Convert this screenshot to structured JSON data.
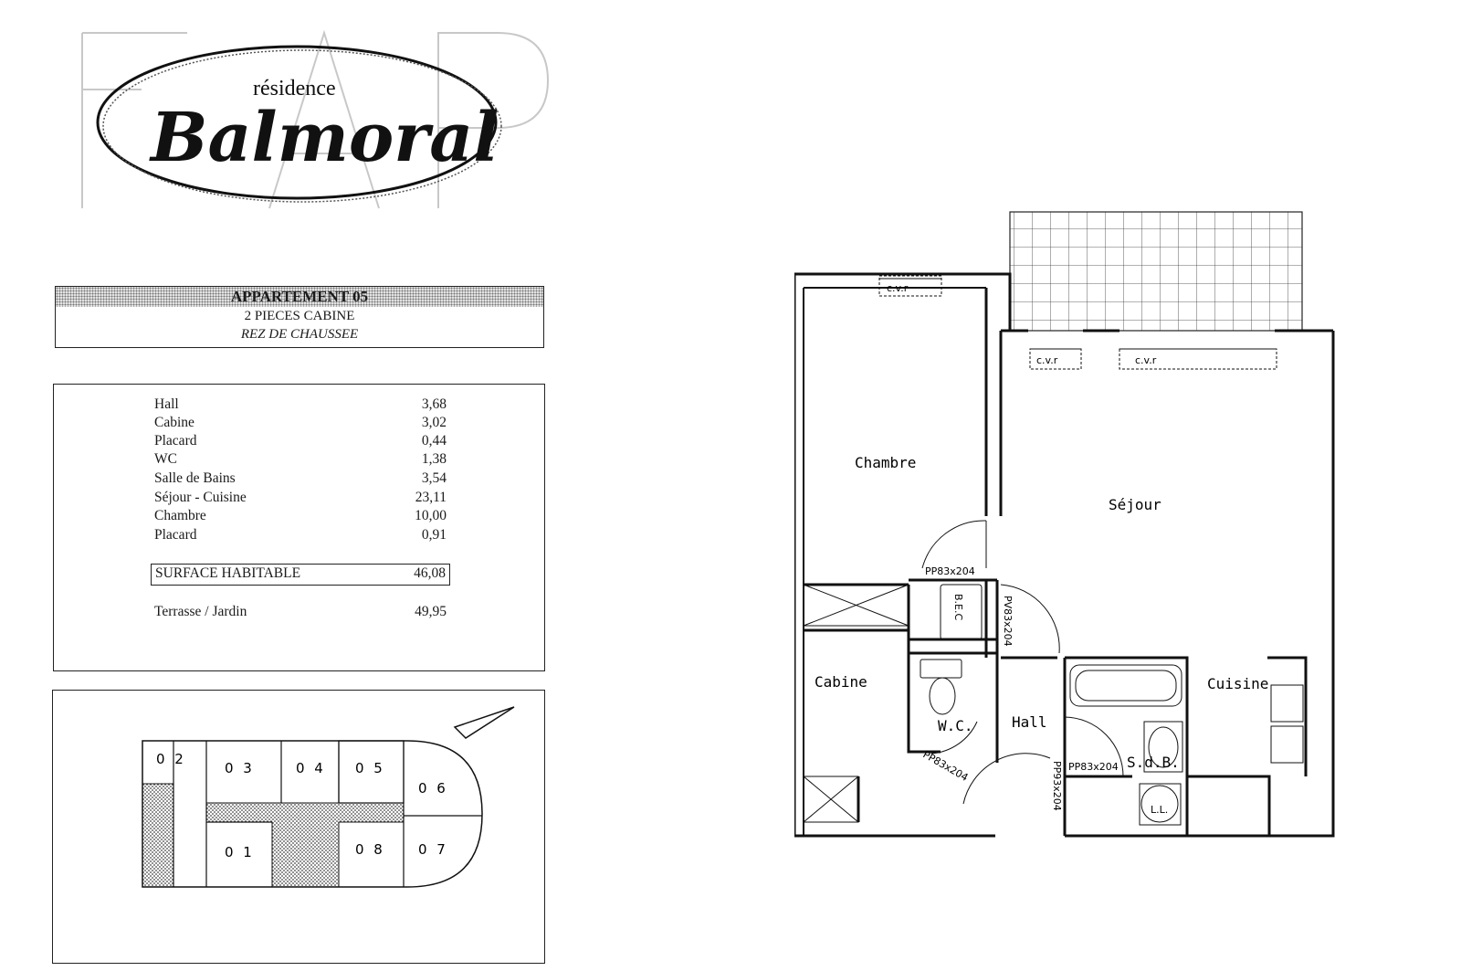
{
  "logo": {
    "pre_title": "résidence",
    "name": "Balmoral"
  },
  "header": {
    "title": "APPARTEMENT 05",
    "subtitle": "2 PIECES CABINE",
    "level": "REZ DE CHAUSSEE"
  },
  "areas": {
    "rows": [
      {
        "name": "Hall",
        "value": "3,68"
      },
      {
        "name": "Cabine",
        "value": "3,02"
      },
      {
        "name": "Placard",
        "value": "0,44"
      },
      {
        "name": "WC",
        "value": "1,38"
      },
      {
        "name": "Salle de Bains",
        "value": "3,54"
      },
      {
        "name": "Séjour - Cuisine",
        "value": "23,11"
      },
      {
        "name": "Chambre",
        "value": "10,00"
      },
      {
        "name": "Placard",
        "value": "0,91"
      }
    ],
    "surface": {
      "name": "SURFACE HABITABLE",
      "value": "46,08"
    },
    "terrace": {
      "name": "Terrasse / Jardin",
      "value": "49,95"
    }
  },
  "building": {
    "units": [
      "0 2",
      "0 3",
      "0 4",
      "0 5",
      "0 6",
      "0 1",
      "0 8",
      "0 7"
    ]
  },
  "plan": {
    "rooms": {
      "chambre": "Chambre",
      "sejour": "Séjour",
      "cabine": "Cabine",
      "cuisine": "Cuisine",
      "hall": "Hall",
      "wc": "W.C.",
      "sdb": "S.d.B."
    },
    "labels": {
      "cvr": "c.v.r",
      "door1": "PP83x204",
      "door2": "PV83x204",
      "door3": "PP83x204",
      "door4": "PP83x204",
      "door5": "PP93x204",
      "bec": "B.E.C",
      "ll": "L.L."
    }
  }
}
